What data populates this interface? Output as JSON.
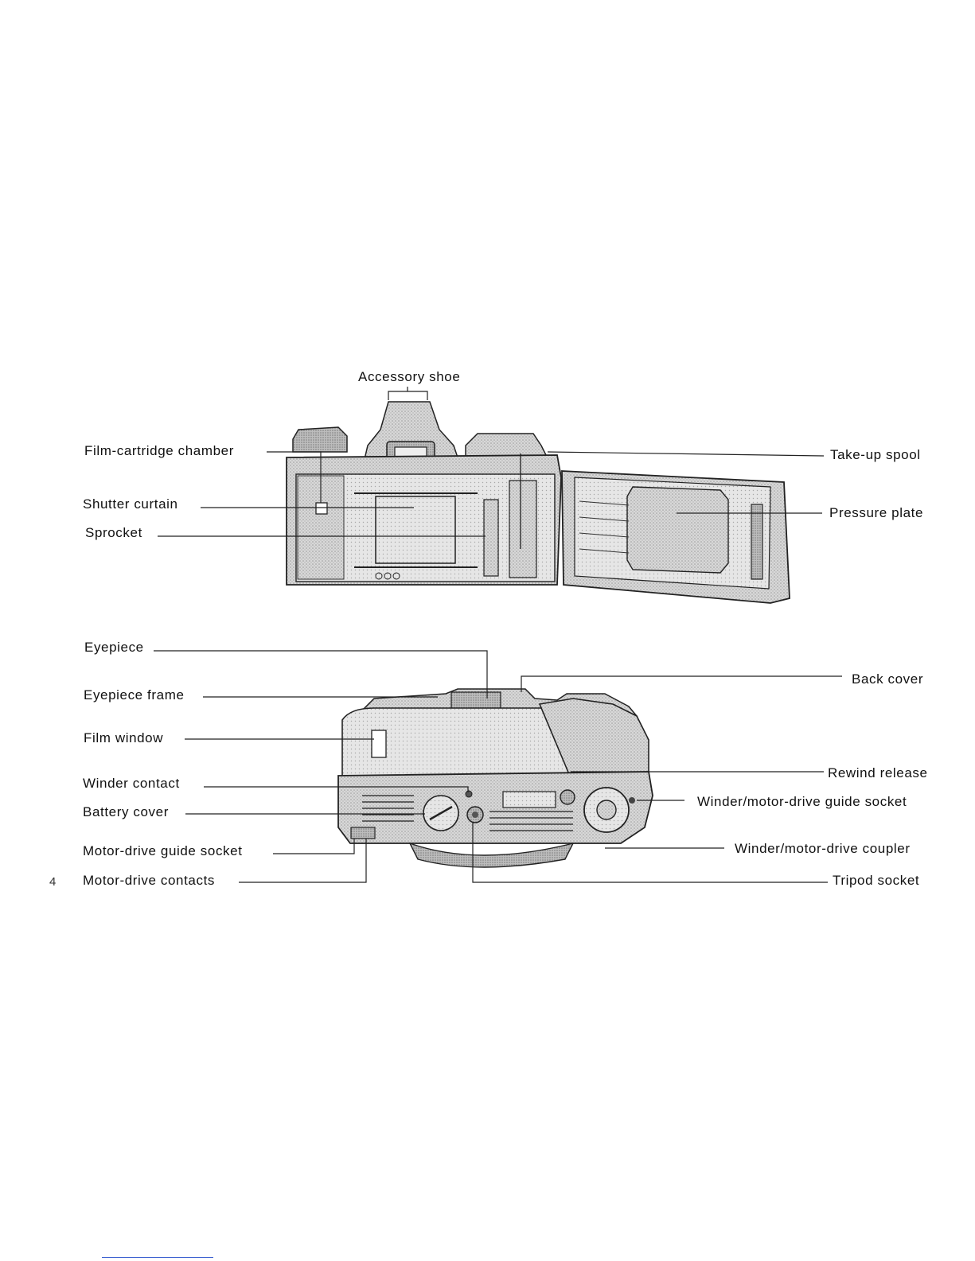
{
  "page_number": "4",
  "top_view": {
    "accessory_shoe": "Accessory shoe",
    "film_cartridge_chamber": "Film-cartridge chamber",
    "shutter_curtain": "Shutter curtain",
    "sprocket": "Sprocket",
    "take_up_spool": "Take-up spool",
    "pressure_plate": "Pressure plate"
  },
  "bottom_view": {
    "eyepiece": "Eyepiece",
    "eyepiece_frame": "Eyepiece frame",
    "film_window": "Film window",
    "winder_contact": "Winder contact",
    "battery_cover": "Battery cover",
    "motor_drive_guide_socket": "Motor-drive guide socket",
    "motor_drive_contacts": "Motor-drive contacts",
    "back_cover": "Back cover",
    "rewind_release": "Rewind release",
    "winder_guide_socket": "Winder/motor-drive guide socket",
    "winder_coupler": "Winder/motor-drive coupler",
    "tripod_socket": "Tripod socket"
  }
}
